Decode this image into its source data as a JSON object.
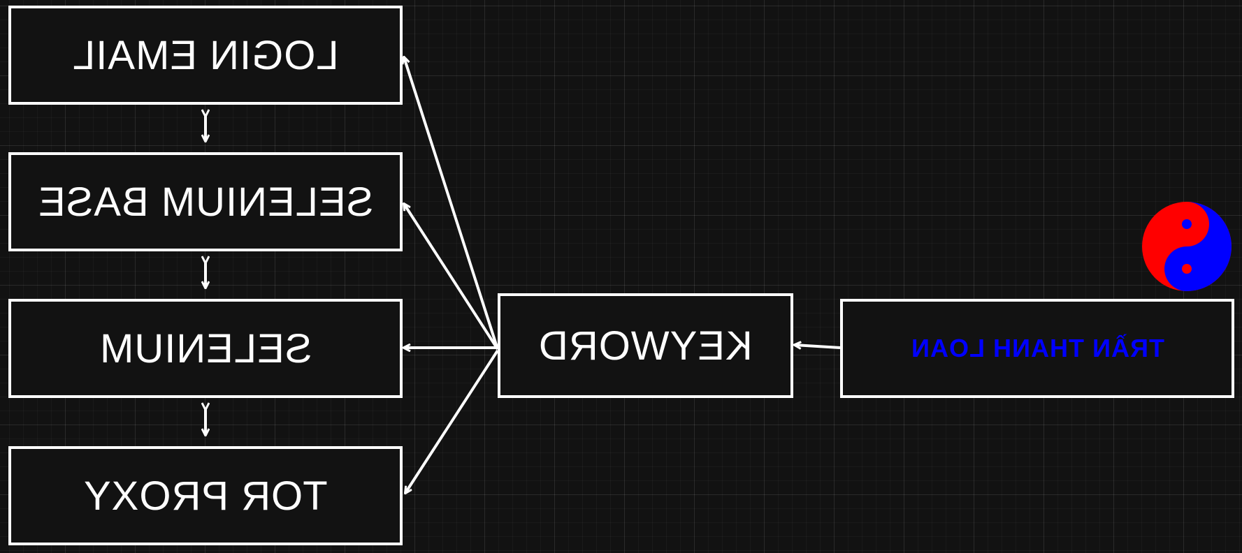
{
  "diagram": {
    "nodes": {
      "login_email": {
        "label": "LOGIN EMAIL"
      },
      "selenium_base": {
        "label": "SELENIUM BASE"
      },
      "selenium": {
        "label": "SELENIUM"
      },
      "tor_proxy": {
        "label": "TOR PROXY"
      },
      "keyword": {
        "label": "KEYWORD"
      },
      "author": {
        "label": "TRẦN THANH LOAN"
      }
    },
    "edges": [
      {
        "from": "keyword",
        "to": "login_email",
        "type": "arrow"
      },
      {
        "from": "keyword",
        "to": "selenium_base",
        "type": "arrow"
      },
      {
        "from": "keyword",
        "to": "selenium",
        "type": "arrow"
      },
      {
        "from": "keyword",
        "to": "tor_proxy",
        "type": "arrow"
      },
      {
        "from": "author",
        "to": "keyword",
        "type": "arrow"
      },
      {
        "from": "login_email",
        "to": "selenium_base",
        "type": "bidirectional"
      },
      {
        "from": "selenium_base",
        "to": "selenium",
        "type": "bidirectional"
      },
      {
        "from": "selenium",
        "to": "tor_proxy",
        "type": "bidirectional"
      }
    ],
    "colors": {
      "background": "#121212",
      "stroke": "#ffffff",
      "author_text": "#0000ff",
      "yin": "#ff0000",
      "yang": "#0000ff"
    },
    "icons": {
      "logo": "yin-yang-icon"
    },
    "mirrored": true
  }
}
